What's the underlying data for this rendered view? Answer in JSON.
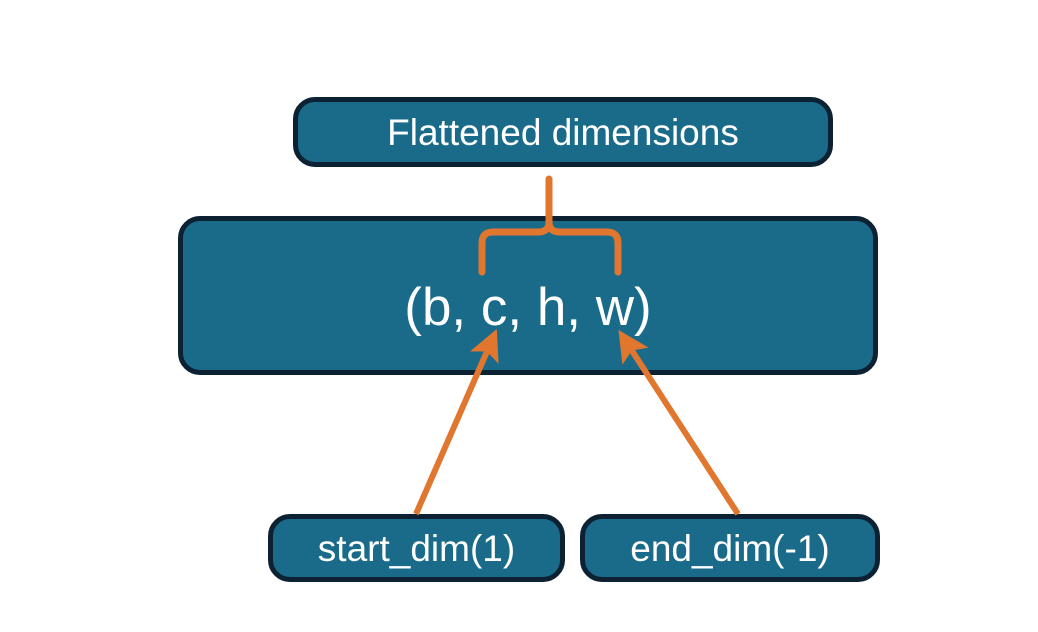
{
  "diagram": {
    "title_node": {
      "label": "Flattened dimensions",
      "name": "flattened-dimensions-box"
    },
    "shape_node": {
      "label": "(b, c, h, w)",
      "name": "tensor-shape-box",
      "dims": [
        "b",
        "c",
        "h",
        "w"
      ]
    },
    "start_node": {
      "label": "start_dim(1)",
      "name": "start-dim-box"
    },
    "end_node": {
      "label": "end_dim(-1)",
      "name": "end-dim-box"
    },
    "connectors": [
      {
        "name": "brace-flattened-range",
        "type": "curly-brace",
        "from": "(b, c, h, w) dims c..w",
        "to": "Flattened dimensions"
      },
      {
        "name": "arrow-start-dim",
        "type": "arrow",
        "from": "start_dim(1)",
        "to": "dimension c"
      },
      {
        "name": "arrow-end-dim",
        "type": "arrow",
        "from": "end_dim(-1)",
        "to": "dimension w"
      }
    ]
  },
  "colors": {
    "node_fill": "#1a6b8a",
    "node_border": "#0c2233",
    "node_text": "#ffffff",
    "connector": "#e1762f",
    "background": "#ffffff"
  }
}
